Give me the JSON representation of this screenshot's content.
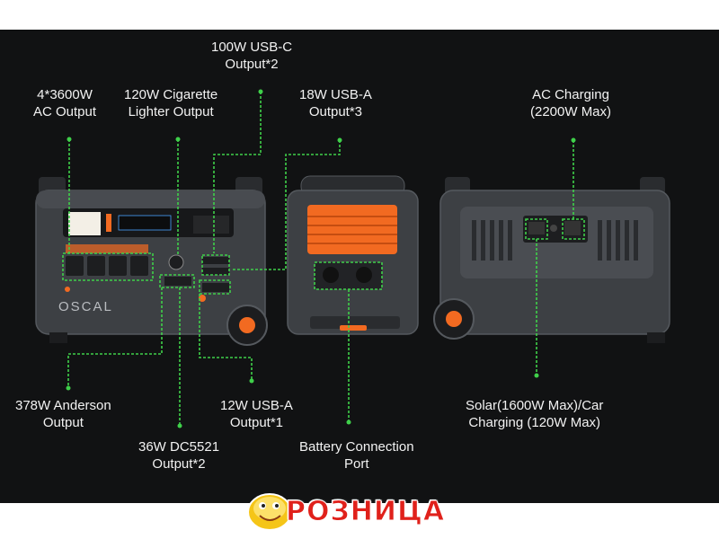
{
  "colors": {
    "background": "#111213",
    "callout_line": "#3fd04a",
    "device_body": "#3d4044",
    "accent_orange": "#f26a21",
    "logo_red": "#e0211b",
    "logo_yellow": "#f5c518"
  },
  "labels": {
    "usb_c": {
      "line1": "100W USB-C",
      "line2": "Output*2"
    },
    "ac_output": {
      "line1": "4*3600W",
      "line2": "AC Output"
    },
    "cigarette": {
      "line1": "120W Cigarette",
      "line2": "Lighter Output"
    },
    "usb_a_18": {
      "line1": "18W USB-A",
      "line2": "Output*3"
    },
    "ac_charging": {
      "line1": "AC Charging",
      "line2": "(2200W Max)"
    },
    "anderson": {
      "line1": "378W Anderson",
      "line2": "Output"
    },
    "usb_a_12": {
      "line1": "12W USB-A",
      "line2": "Output*1"
    },
    "dc5521": {
      "line1": "36W DC5521",
      "line2": "Output*2"
    },
    "battery_port": {
      "line1": "Battery Connection",
      "line2": "Port"
    },
    "solar": {
      "line1": "Solar(1600W Max)/Car",
      "line2": "Charging (120W Max)"
    }
  },
  "device": {
    "brand": "OSCAL"
  },
  "logo": {
    "text": "РОЗНИЦА",
    "icon": "smiley-mascot-icon"
  }
}
